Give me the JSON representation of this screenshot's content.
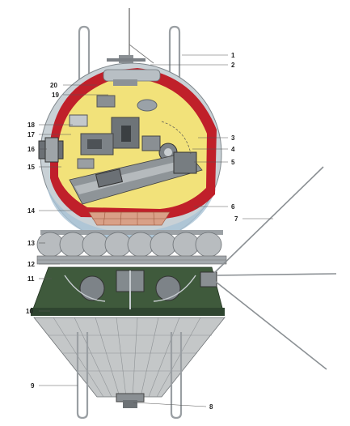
{
  "figure": {
    "callouts": [
      {
        "id": "c1",
        "text": "1"
      },
      {
        "id": "c2",
        "text": "2"
      },
      {
        "id": "c3",
        "text": "3"
      },
      {
        "id": "c4",
        "text": "4"
      },
      {
        "id": "c5",
        "text": "5"
      },
      {
        "id": "c6",
        "text": "6"
      },
      {
        "id": "c7",
        "text": "7"
      },
      {
        "id": "c8",
        "text": "8"
      },
      {
        "id": "c9",
        "text": "9"
      },
      {
        "id": "c10",
        "text": "10"
      },
      {
        "id": "c11",
        "text": "11"
      },
      {
        "id": "c12",
        "text": "12"
      },
      {
        "id": "c13",
        "text": "13"
      },
      {
        "id": "c14",
        "text": "14"
      },
      {
        "id": "c15",
        "text": "15"
      },
      {
        "id": "c16",
        "text": "16"
      },
      {
        "id": "c17",
        "text": "17"
      },
      {
        "id": "c18",
        "text": "18"
      },
      {
        "id": "c19",
        "text": "19"
      },
      {
        "id": "c20",
        "text": "20"
      }
    ],
    "colors": {
      "heat_shield": "#c0202a",
      "cabin_interior": "#f2e27a",
      "sphere_shell": "#c9d1d6",
      "service_module": "#3f5a3c",
      "instrument_cone": "#c4c7c8",
      "tank_band": "#b8bcbf",
      "hardware_gray": "#8a8f93"
    }
  }
}
